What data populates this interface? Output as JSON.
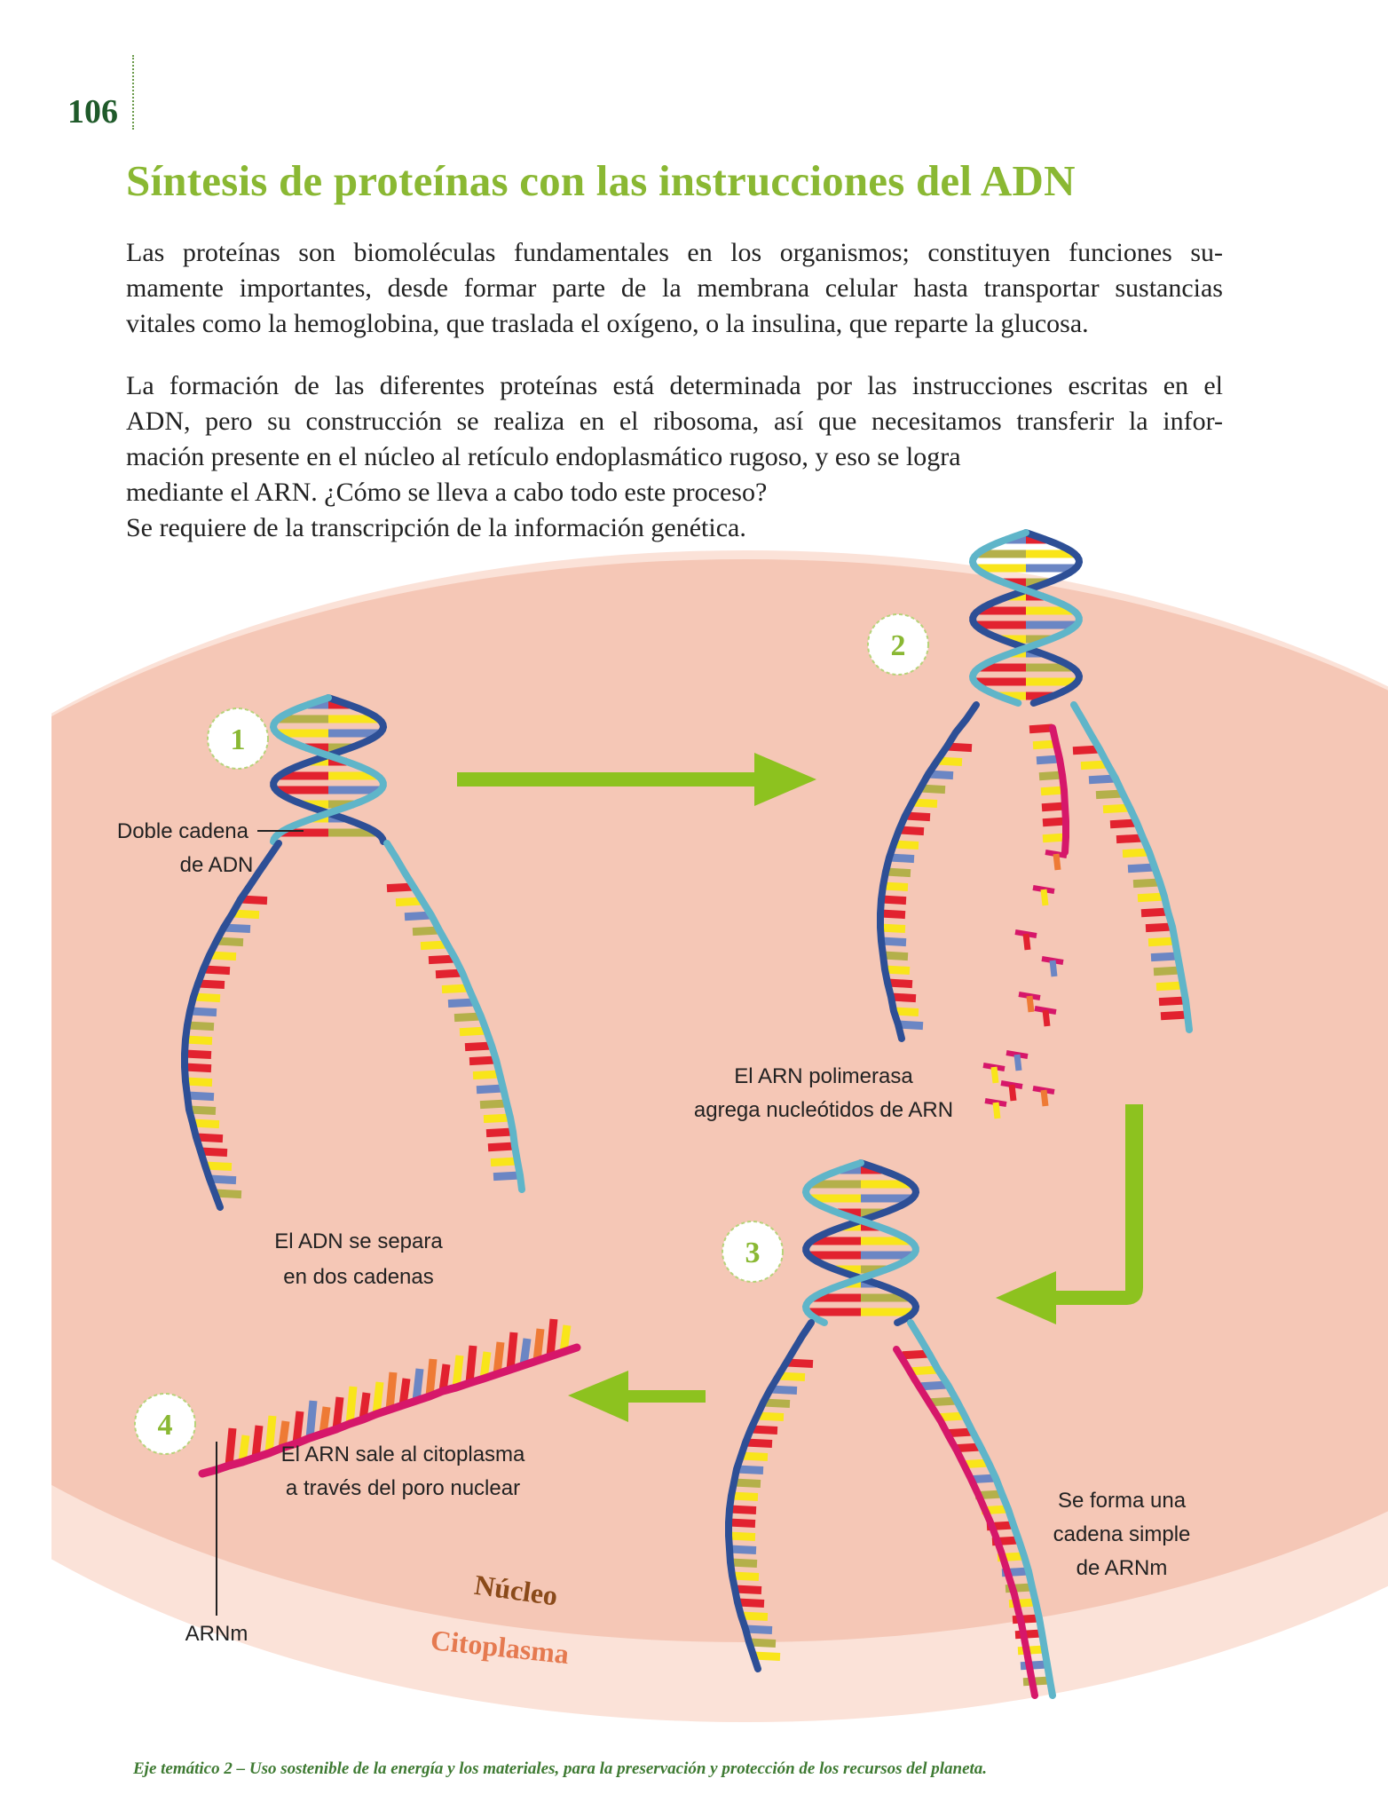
{
  "page": {
    "number": "106",
    "title": "Síntesis de proteínas con las instrucciones del ADN",
    "paragraph1": [
      "Las proteínas son biomoléculas fundamentales en los organismos; constituyen funciones su-",
      "mamente importantes, desde formar parte de la membrana celular hasta transportar sustancias",
      "vitales como la hemoglobina, que traslada el oxígeno, o la insulina, que reparte la glucosa."
    ],
    "paragraph2": [
      "La formación de las diferentes proteínas está determinada por las instrucciones escritas en el",
      "ADN, pero su construcción se realiza en el ribosoma, así que necesitamos transferir la infor-",
      "mación presente en el núcleo al retículo endoplasmático rugoso, y eso se logra",
      "mediante el ARN. ¿Cómo se lleva a cabo todo este proceso?",
      "Se requiere de la transcripción de la información genética."
    ],
    "footer": "Eje temático 2 – Uso sostenible de la energía y los materiales, para la preservación y protección de los recursos del planeta."
  },
  "diagram": {
    "steps": [
      "1",
      "2",
      "3",
      "4"
    ],
    "labels": {
      "double_strand_line1": "Doble cadena",
      "double_strand_line2": "de ADN",
      "separates_line1": "El ADN se separa",
      "separates_line2": "en dos cadenas",
      "polymerase_line1": "El ARN polimerasa",
      "polymerase_line2": "agrega nucleótidos de ARN",
      "single_line1": "Se forma una",
      "single_line2": "cadena simple",
      "single_line3": "de ARNm",
      "exits_line1": "El ARN sale al citoplasma",
      "exits_line2": "a través del poro nuclear",
      "arnm": "ARNm"
    },
    "regions": {
      "nucleus": "Núcleo",
      "cytoplasm": "Citoplasma"
    },
    "colors": {
      "nucleus_fill": "#f5c7b6",
      "cytoplasm_fill": "#fbe2d8",
      "arrow": "#8dc21f",
      "dna_strand_dark": "#2d4f96",
      "dna_strand_light": "#5fb5c9",
      "rna_strand": "#d6176a",
      "base_red": "#e2222f",
      "base_yellow": "#f9e51a",
      "base_blue": "#6b86c4",
      "base_olive": "#b4b04a",
      "base_orange": "#ee7a35",
      "nucleus_text": "#8a4a1a",
      "cytoplasm_text": "#e57a50"
    }
  }
}
